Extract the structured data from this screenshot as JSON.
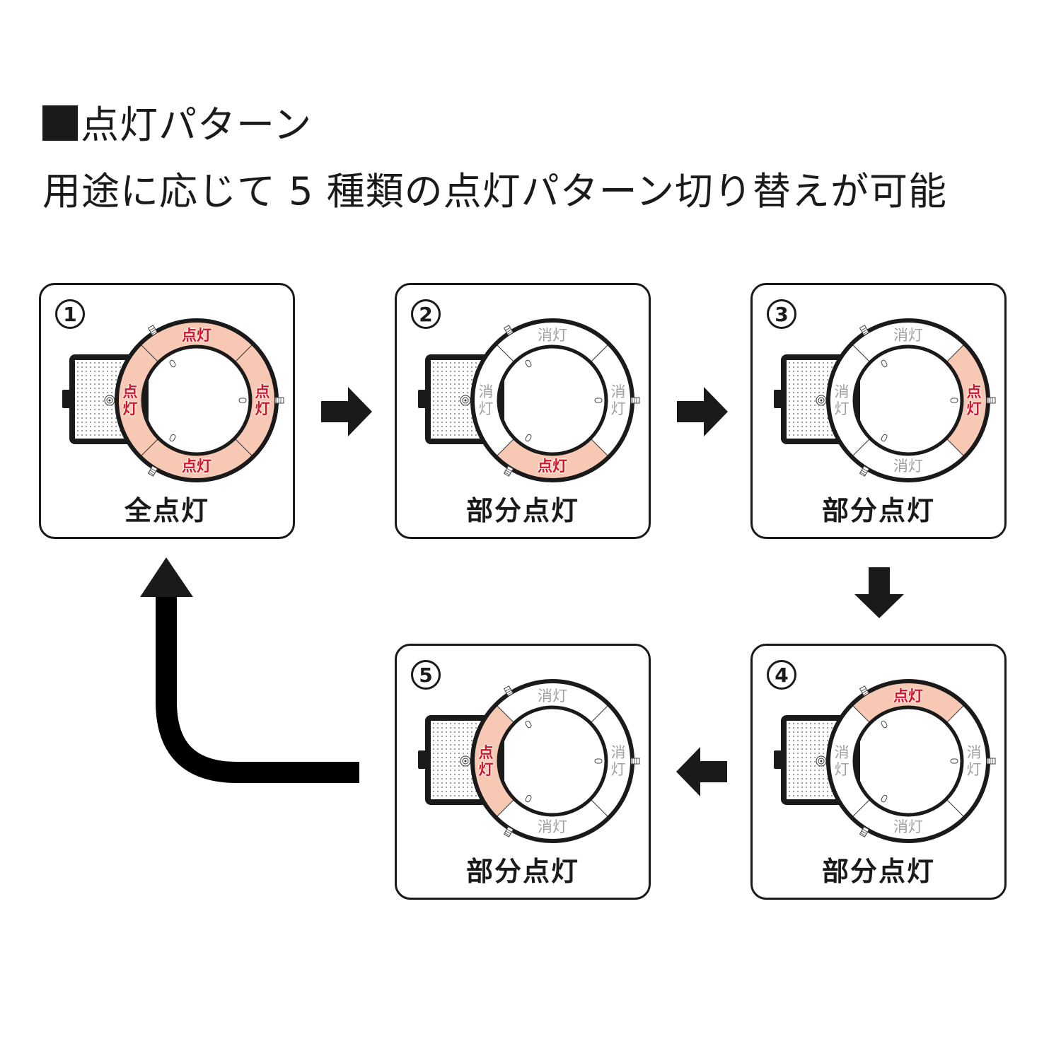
{
  "header": {
    "title_marker": "■",
    "title": "点灯パターン",
    "subtitle": "用途に応じて 5 種類の点灯パターン切り替えが可能"
  },
  "colors": {
    "lit_fill": "#f7c8b3",
    "lit_text": "#d3142a",
    "unlit_text": "#a0a0a0",
    "outline": "#1a1a1a"
  },
  "legend": {
    "on": "点灯",
    "off": "消灯"
  },
  "patterns": [
    {
      "number": "1",
      "caption": "全点灯",
      "segments": {
        "top": "点灯",
        "right": "点灯",
        "bottom": "点灯",
        "left": "点灯"
      }
    },
    {
      "number": "2",
      "caption": "部分点灯",
      "segments": {
        "top": "消灯",
        "right": "消灯",
        "bottom": "点灯",
        "left": "消灯"
      }
    },
    {
      "number": "3",
      "caption": "部分点灯",
      "segments": {
        "top": "消灯",
        "right": "点灯",
        "bottom": "消灯",
        "left": "消灯"
      }
    },
    {
      "number": "4",
      "caption": "部分点灯",
      "segments": {
        "top": "点灯",
        "right": "消灯",
        "bottom": "消灯",
        "left": "消灯"
      }
    },
    {
      "number": "5",
      "caption": "部分点灯",
      "segments": {
        "top": "消灯",
        "right": "消灯",
        "bottom": "消灯",
        "left": "点灯"
      }
    }
  ],
  "flow": [
    {
      "from": "1",
      "to": "2",
      "direction": "right"
    },
    {
      "from": "2",
      "to": "3",
      "direction": "right"
    },
    {
      "from": "3",
      "to": "4",
      "direction": "down"
    },
    {
      "from": "4",
      "to": "5",
      "direction": "left"
    },
    {
      "from": "5",
      "to": "1",
      "direction": "up-return"
    }
  ]
}
